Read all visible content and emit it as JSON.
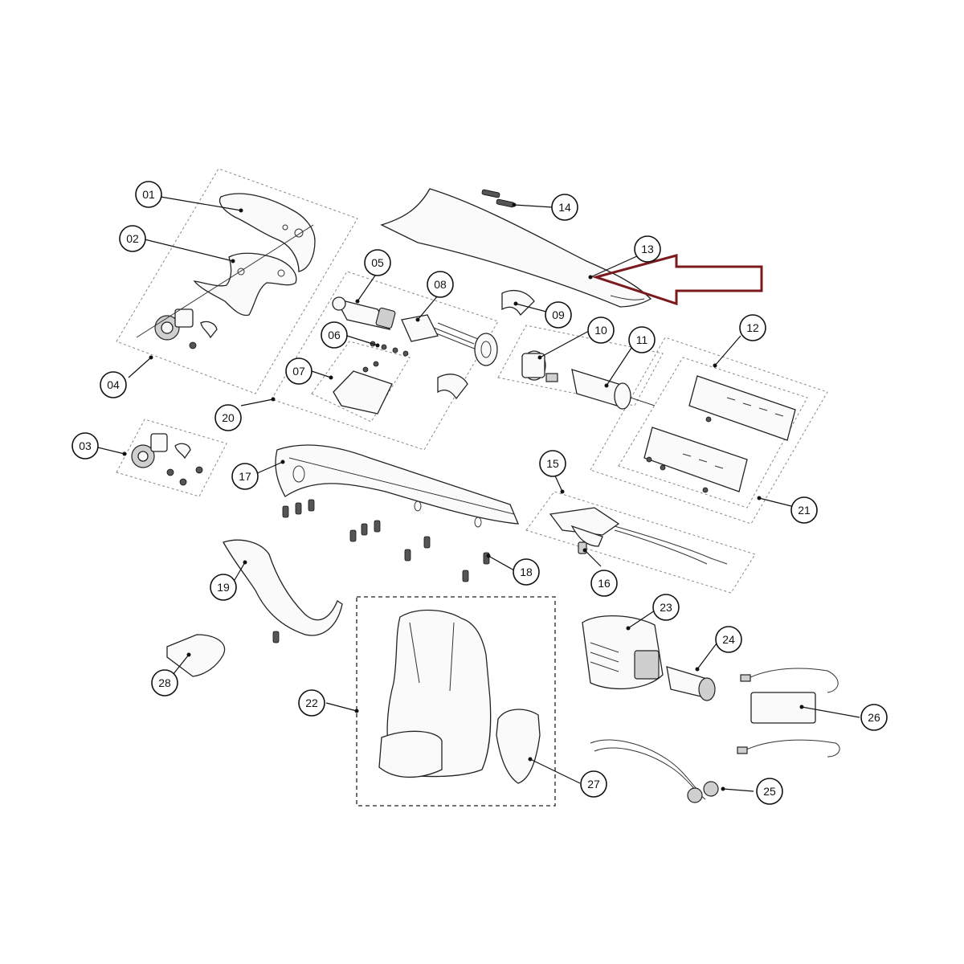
{
  "callouts": [
    "01",
    "02",
    "03",
    "04",
    "05",
    "06",
    "07",
    "08",
    "09",
    "10",
    "11",
    "12",
    "13",
    "14",
    "15",
    "16",
    "17",
    "18",
    "19",
    "20",
    "21",
    "22",
    "23",
    "24",
    "25",
    "26",
    "27",
    "28"
  ],
  "highlight": {
    "color": "#7a1a1f"
  },
  "colors": {
    "line": "#222222",
    "background": "#ffffff"
  }
}
